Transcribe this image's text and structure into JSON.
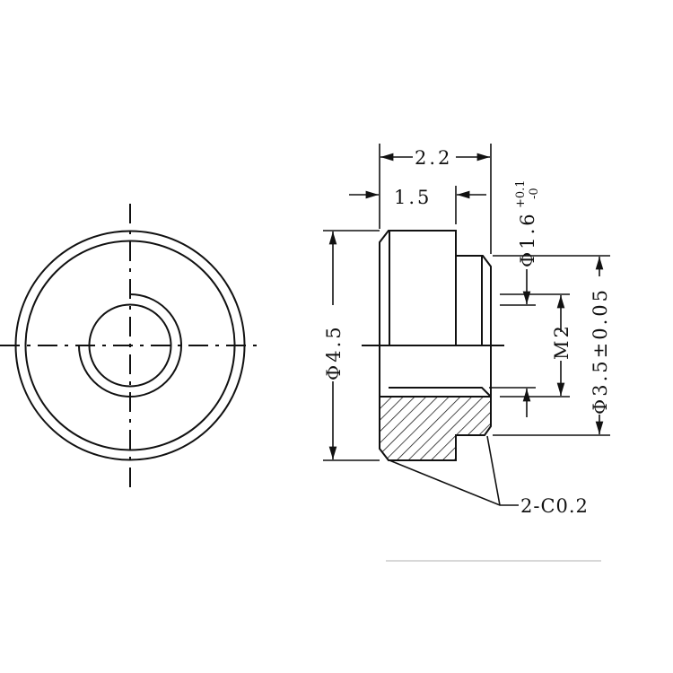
{
  "drawing": {
    "line_color": "#111111",
    "dimensions": {
      "overall_length": "2.2",
      "head_length": "1.5",
      "outer_diameter": "Φ4.5",
      "bore_diameter": "Φ1.6",
      "bore_tol_upper": "+0.1",
      "bore_tol_lower": "-0",
      "thread": "M2",
      "shoulder_diameter": "Φ3.5±0.05",
      "chamfer": "2-C0.2"
    }
  }
}
